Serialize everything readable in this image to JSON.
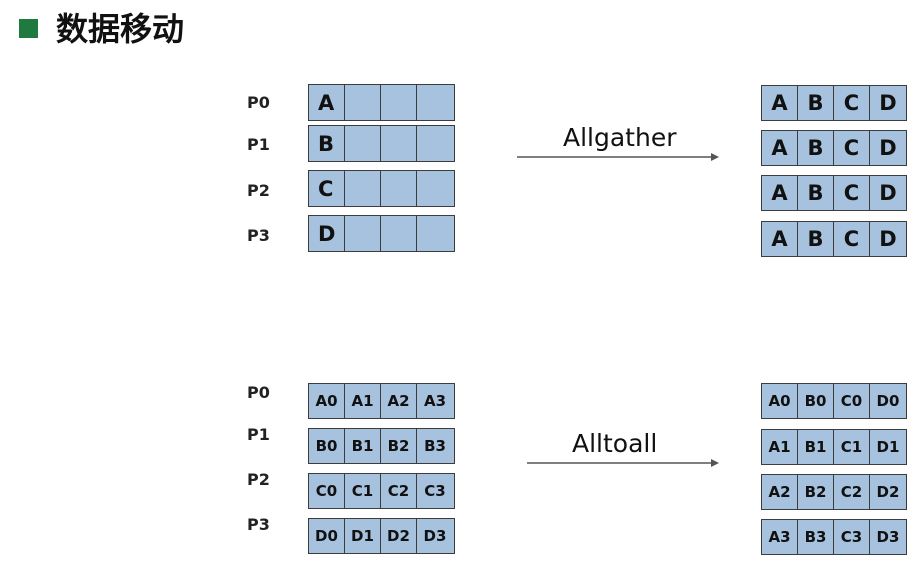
{
  "title": "数据移动",
  "allgather": {
    "processes": [
      "P0",
      "P1",
      "P2",
      "P3"
    ],
    "op_label": "Allgather",
    "input_rows": [
      [
        "A",
        "",
        "",
        ""
      ],
      [
        "B",
        "",
        "",
        ""
      ],
      [
        "C",
        "",
        "",
        ""
      ],
      [
        "D",
        "",
        "",
        ""
      ]
    ],
    "output_rows": [
      [
        "A",
        "B",
        "C",
        "D"
      ],
      [
        "A",
        "B",
        "C",
        "D"
      ],
      [
        "A",
        "B",
        "C",
        "D"
      ],
      [
        "A",
        "B",
        "C",
        "D"
      ]
    ]
  },
  "alltoall": {
    "processes": [
      "P0",
      "P1",
      "P2",
      "P3"
    ],
    "op_label": "Alltoall",
    "input_rows": [
      [
        "A0",
        "A1",
        "A2",
        "A3"
      ],
      [
        "B0",
        "B1",
        "B2",
        "B3"
      ],
      [
        "C0",
        "C1",
        "C2",
        "C3"
      ],
      [
        "D0",
        "D1",
        "D2",
        "D3"
      ]
    ],
    "output_rows": [
      [
        "A0",
        "B0",
        "C0",
        "D0"
      ],
      [
        "A1",
        "B1",
        "C1",
        "D1"
      ],
      [
        "A2",
        "B2",
        "C2",
        "D2"
      ],
      [
        "A3",
        "B3",
        "C3",
        "D3"
      ]
    ]
  }
}
